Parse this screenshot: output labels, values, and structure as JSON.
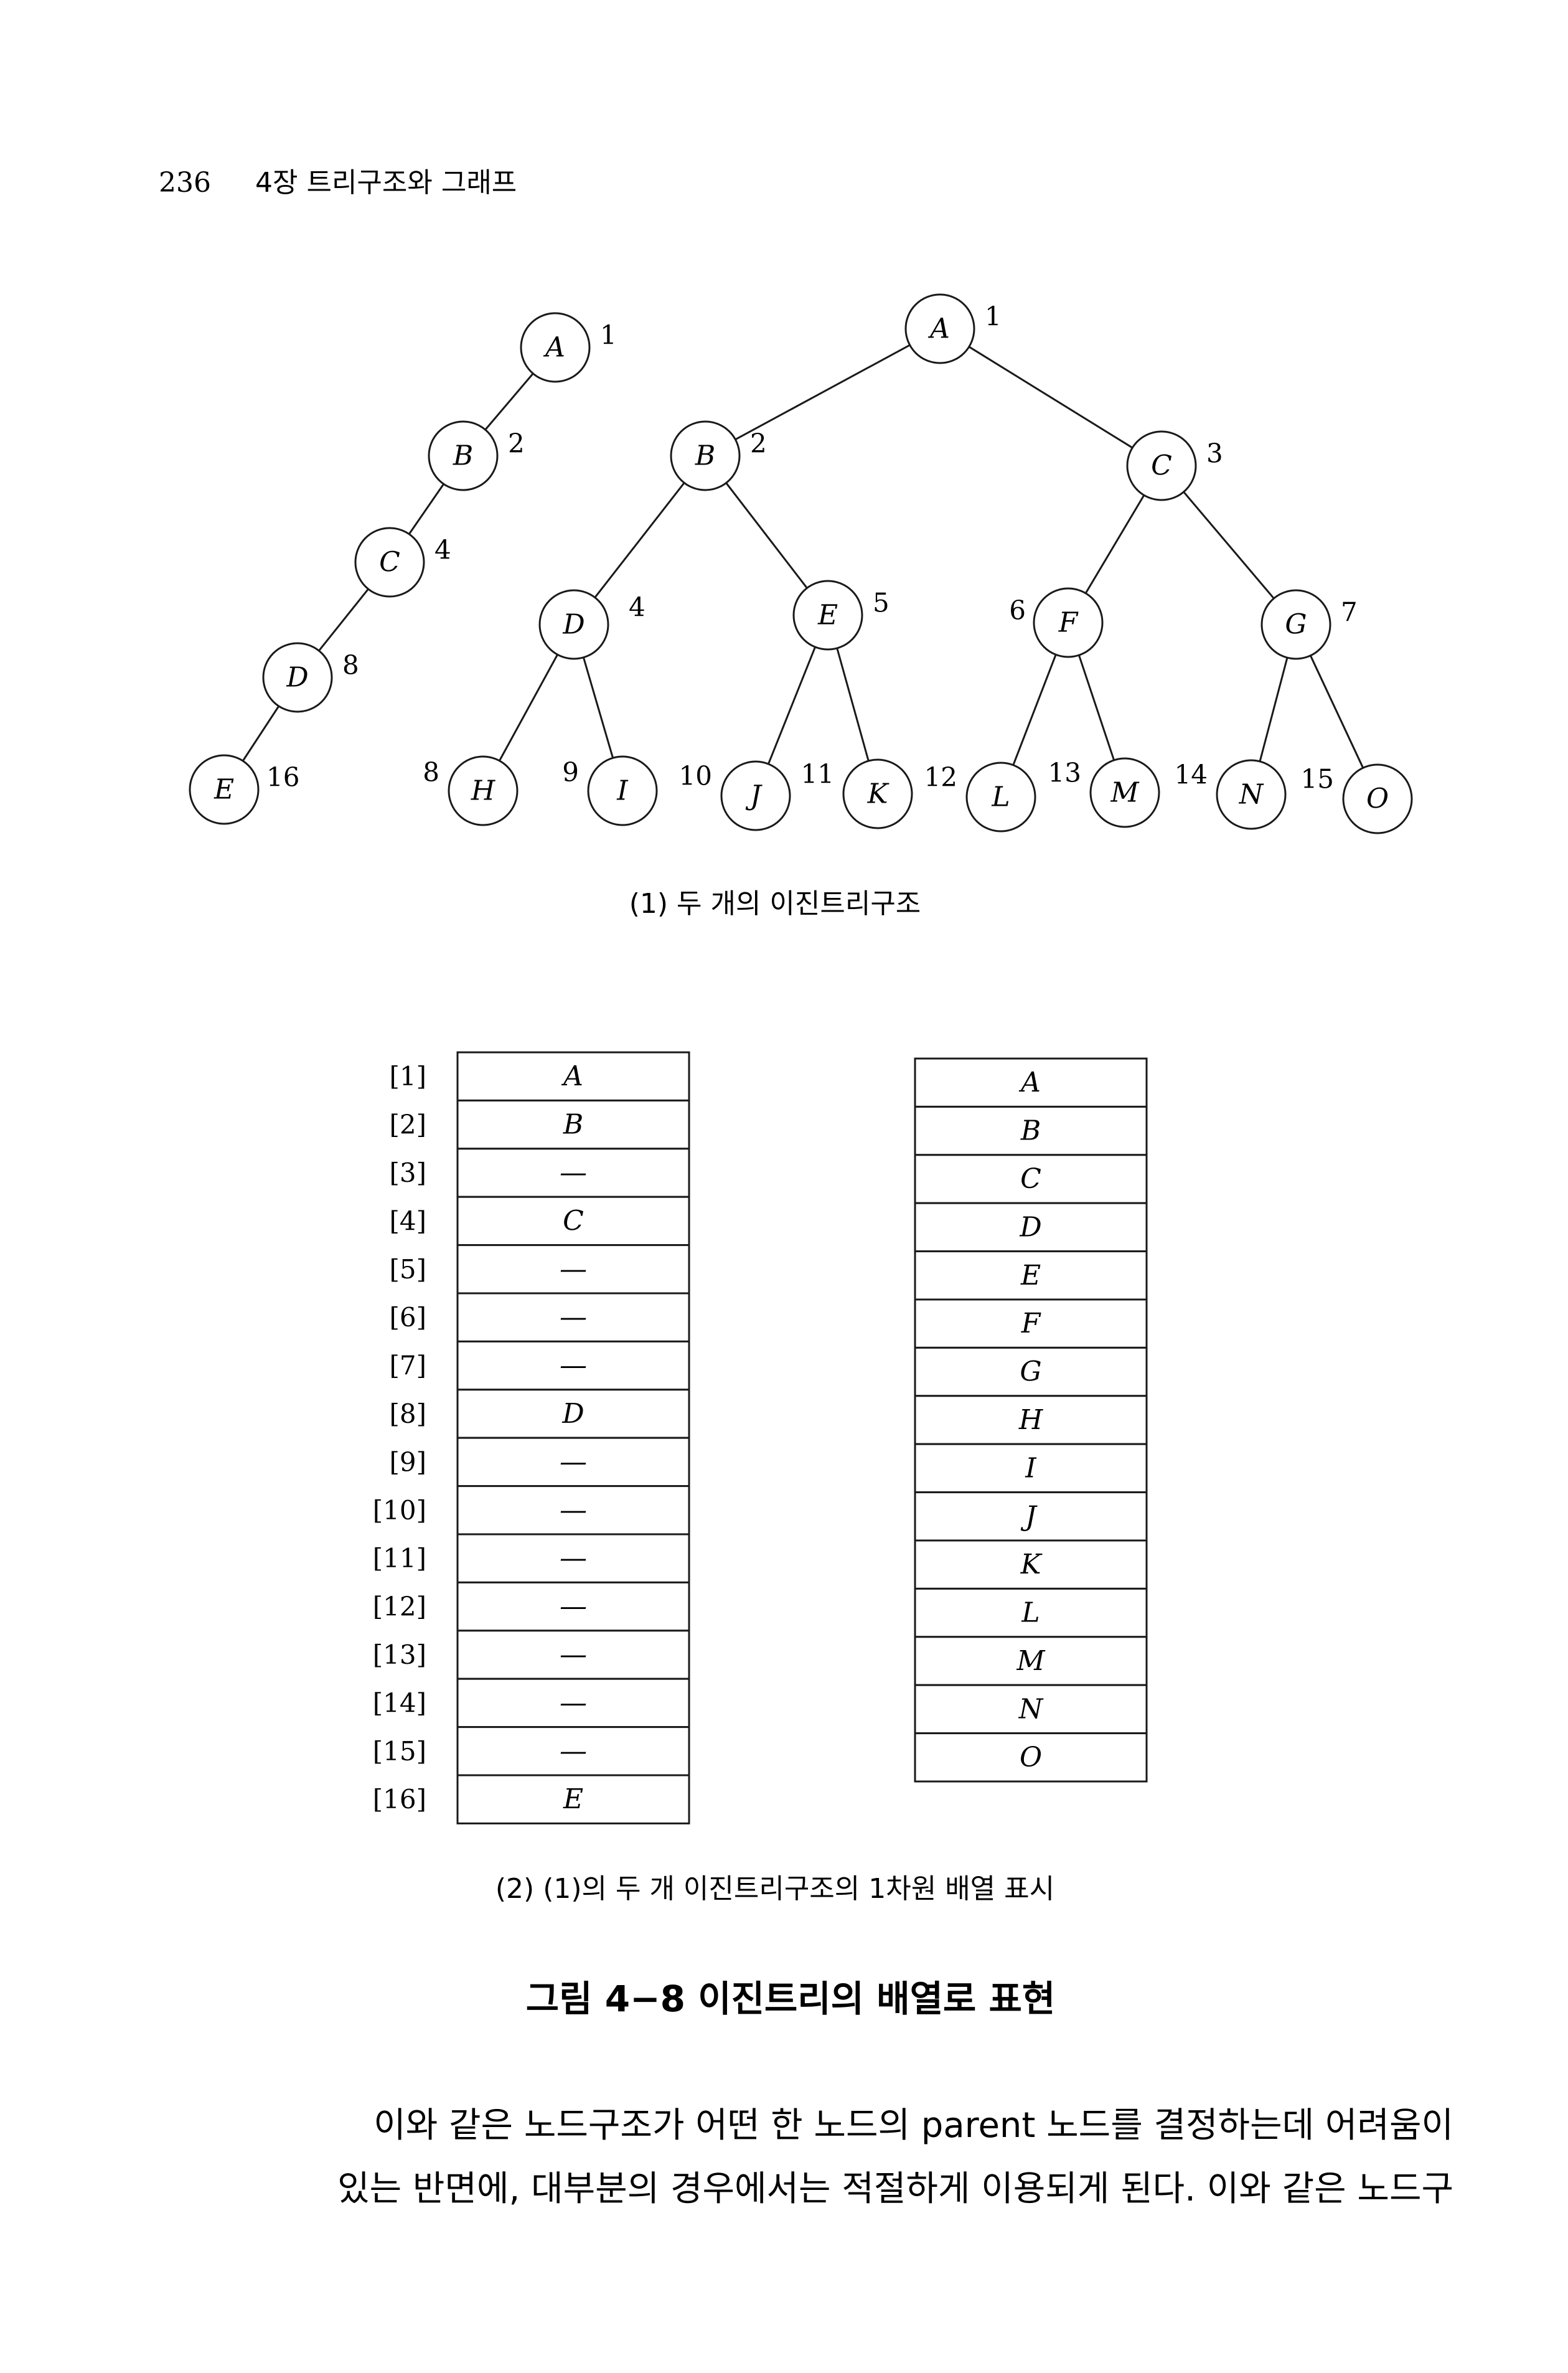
{
  "header": {
    "page_number": "236",
    "chapter": "4장  트리구조와 그래프"
  },
  "tree_left": {
    "nodes": [
      {
        "label": "A",
        "index": "1"
      },
      {
        "label": "B",
        "index": "2"
      },
      {
        "label": "C",
        "index": "4"
      },
      {
        "label": "D",
        "index": "8"
      },
      {
        "label": "E",
        "index": "16"
      }
    ]
  },
  "tree_right": {
    "nodes": [
      {
        "label": "A",
        "index": "1"
      },
      {
        "label": "B",
        "index": "2"
      },
      {
        "label": "C",
        "index": "3"
      },
      {
        "label": "D",
        "index": "4"
      },
      {
        "label": "E",
        "index": "5"
      },
      {
        "label": "F",
        "index": "6"
      },
      {
        "label": "G",
        "index": "7"
      },
      {
        "label": "H",
        "index": "8"
      },
      {
        "label": "I",
        "index": "9"
      },
      {
        "label": "J",
        "index": "10"
      },
      {
        "label": "K",
        "index": "11"
      },
      {
        "label": "L",
        "index": "12"
      },
      {
        "label": "M",
        "index": "13"
      },
      {
        "label": "N",
        "index": "14"
      },
      {
        "label": "O",
        "index": "15"
      }
    ]
  },
  "subcaption1": "(1) 두 개의 이진트리구조",
  "array_left": {
    "indices": [
      "[1]",
      "[2]",
      "[3]",
      "[4]",
      "[5]",
      "[6]",
      "[7]",
      "[8]",
      "[9]",
      "[10]",
      "[11]",
      "[12]",
      "[13]",
      "[14]",
      "[15]",
      "[16]"
    ],
    "values": [
      "A",
      "B",
      "—",
      "C",
      "—",
      "—",
      "—",
      "D",
      "—",
      "—",
      "—",
      "—",
      "—",
      "—",
      "—",
      "E"
    ]
  },
  "array_right": {
    "values": [
      "A",
      "B",
      "C",
      "D",
      "E",
      "F",
      "G",
      "H",
      "I",
      "J",
      "K",
      "L",
      "M",
      "N",
      "O"
    ]
  },
  "subcaption2": "(2) (1)의 두 개 이진트리구조의 1차원 배열 표시",
  "figure_caption": "그림 4−8  이진트리의 배열로 표현",
  "body": {
    "line1": "이와 같은 노드구조가 어떤 한 노드의 parent 노드를 결정하는데 어려움이",
    "line2": "있는 반면에, 대부분의 경우에서는 적절하게 이용되게 된다. 이와 같은 노드구"
  }
}
